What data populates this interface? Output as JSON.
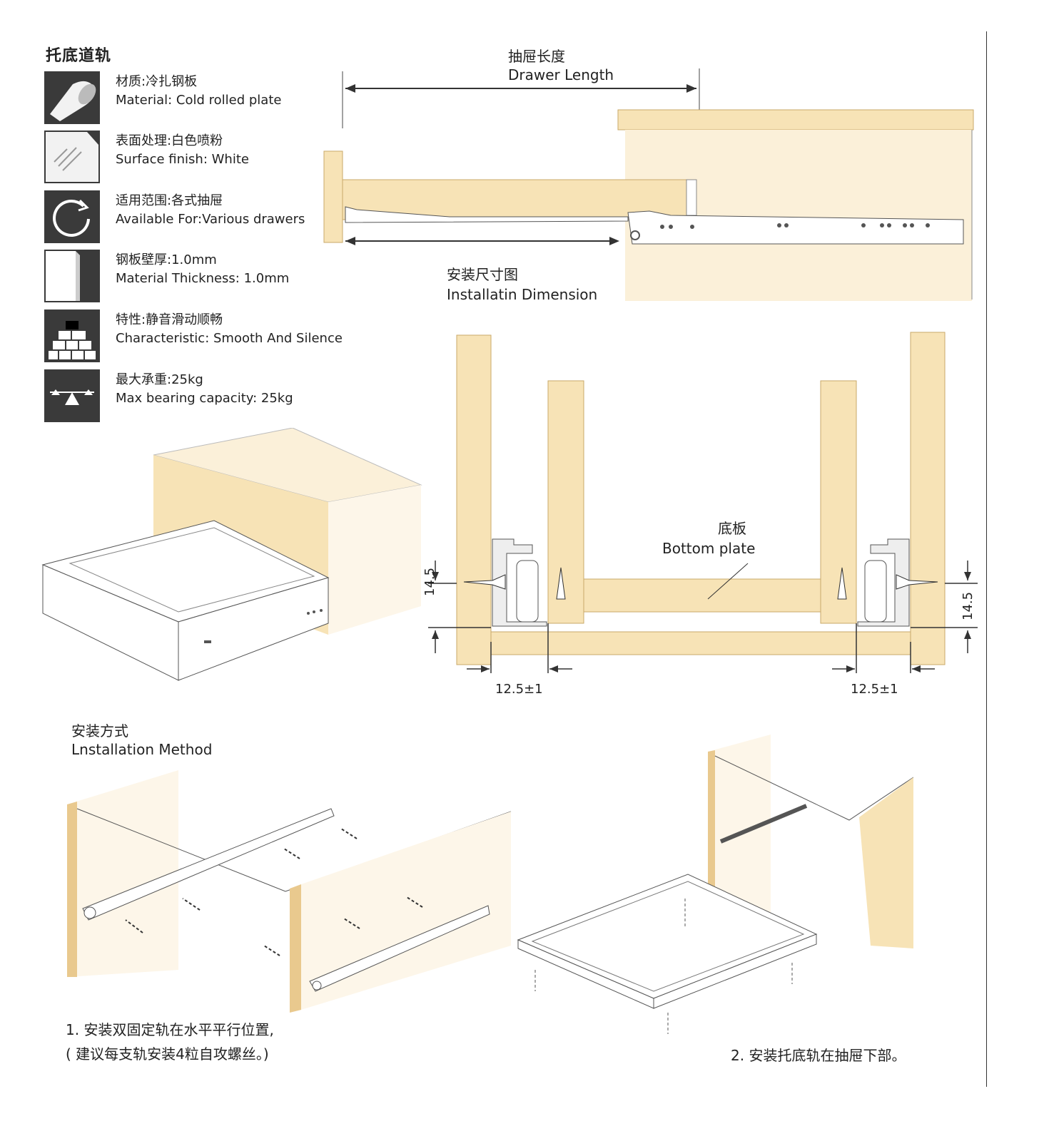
{
  "specs": {
    "title": "托底道轨",
    "items": [
      {
        "icon": "material-icon",
        "cn": "材质:冷扎钢板",
        "en": "Material: Cold rolled plate"
      },
      {
        "icon": "surface-finish-icon",
        "cn": "表面处理:白色喷粉",
        "en": "Surface finish: White"
      },
      {
        "icon": "rotate-icon",
        "cn": "适用范围:各式抽屉",
        "en": "Available For:Various drawers"
      },
      {
        "icon": "thickness-icon",
        "cn": "钢板壁厚:1.0mm",
        "en": "Material Thickness: 1.0mm"
      },
      {
        "icon": "bricks-icon",
        "cn": "特性:静音滑动顺畅",
        "en": "Characteristic: Smooth And Silence"
      },
      {
        "icon": "balance-icon",
        "cn": "最大承重:25kg",
        "en": "Max bearing capacity: 25kg"
      }
    ]
  },
  "drawer_length": {
    "cn": "抽屉长度",
    "en": "Drawer Length"
  },
  "install_dimension": {
    "cn": "安装尺寸图",
    "en": "Installatin Dimension"
  },
  "bottom_plate": {
    "cn": "底板",
    "en": "Bottom plate"
  },
  "dims": {
    "height_left": "14.5",
    "height_right": "14.5",
    "gap_left": "12.5±1",
    "gap_right": "12.5±1"
  },
  "method": {
    "cn": "安装方式",
    "en": "Lnstallation Method"
  },
  "steps": {
    "step1_line1": "1. 安装双固定轨在水平平行位置,",
    "step1_line2": "( 建议每支轨安装4粒自攻螺丝。)",
    "step2": "2. 安装托底轨在抽屉下部。"
  },
  "colors": {
    "wood": "#f7e3b6",
    "wood_edge": "#d9b97f",
    "icon_bg": "#3a3a3a",
    "line": "#333333"
  }
}
